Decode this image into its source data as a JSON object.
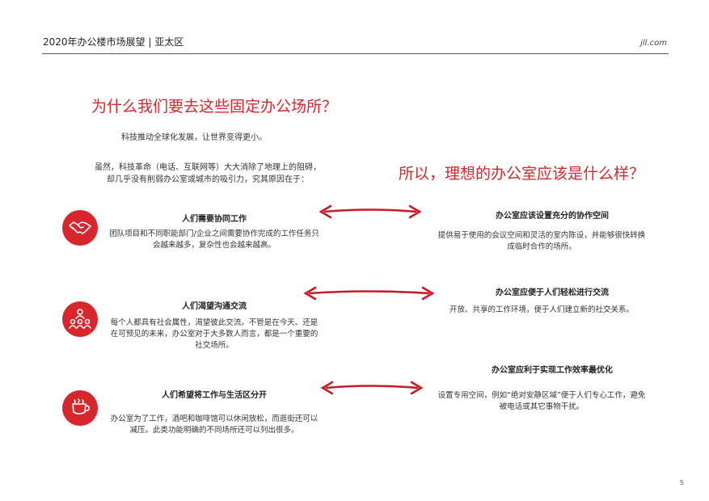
{
  "header": {
    "title": "2020年办公楼市场展望 | 亚太区",
    "site": "jll.com"
  },
  "left_heading": "为什么我们要去这些固定办公场所？",
  "right_heading": "所以，理想的办公室应该是什么样？",
  "subline": "科技推动全球化发展，让世界变得更小。",
  "intro": "虽然，科技革命（电话、互联网等）大大消除了地理上的阻碍，却几乎没有削弱办公室或城市的吸引力，究其原因在于：",
  "left_items": [
    {
      "icon": "handshake-icon",
      "title": "人们需要协同工作",
      "body": "团队项目和不同职能部门/企业之间需要协作完成的工作任务只会越来越多，复杂性也会越来越高。"
    },
    {
      "icon": "people-network-icon",
      "title": "人们渴望沟通交流",
      "body": "每个人都具有社会属性，渴望彼此交流。不管是在今天、还是在可预见的未来，办公室对于大多数人而言，都是一个重要的社交场所。"
    },
    {
      "icon": "coffee-cup-icon",
      "title": "人们希望将工作与生活区分开",
      "body": "办公室为了工作，酒吧和咖啡馆可以休闲放松，而逛街还可以减压。此类功能明确的不同场所还可以列出很多。"
    }
  ],
  "right_items": [
    {
      "title": "办公室应该设置充分的协作空间",
      "body": "提供易于使用的会议空间和灵活的室内陈设，并能够很快转换成临时合作的场所。"
    },
    {
      "title": "办公室应便于人们轻松进行交流",
      "body": "开放、共享的工作环境，便于人们建立新的社交关系。"
    },
    {
      "title": "办公室应利于实现工作效率最优化",
      "body": "设置专用空间，例如“绝对安静区域”便于人们专心工作，避免被电话或其它事物干扰。"
    }
  ],
  "page_number": "5",
  "colors": {
    "accent": "#d8262d",
    "text": "#222222"
  }
}
